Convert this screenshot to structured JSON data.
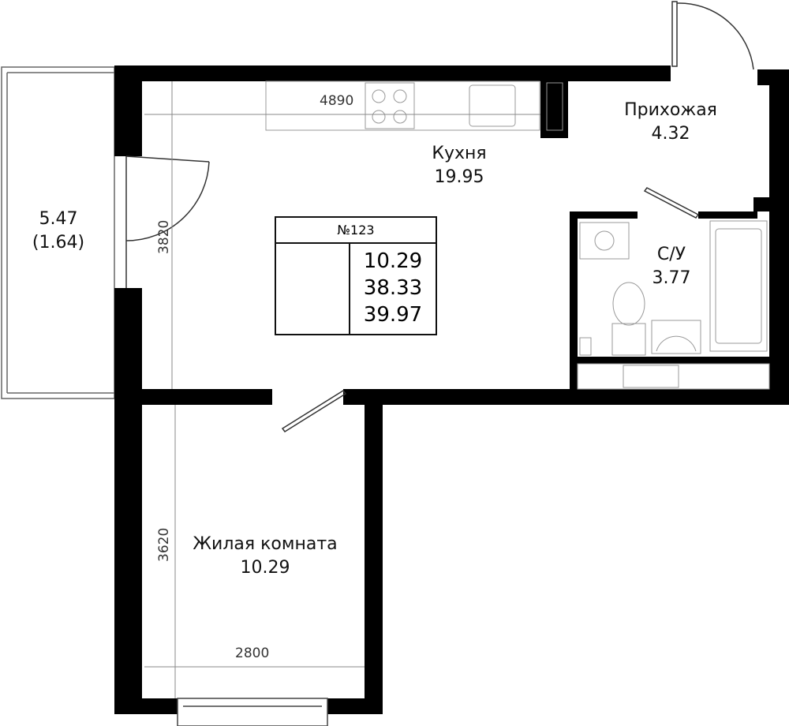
{
  "apartment": {
    "number": "№123",
    "rooms": "1",
    "areas": {
      "living": "10.29",
      "total": "38.33",
      "total_with_balcony": "39.97"
    },
    "accent_color": "#237a34"
  },
  "rooms": [
    {
      "name": "Кухня",
      "area": "19.95"
    },
    {
      "name": "Прихожая",
      "area": "4.32"
    },
    {
      "name": "С/У",
      "area": "3.77"
    },
    {
      "name": "Жилая комната",
      "area": "10.29"
    },
    {
      "name": "5.47",
      "area": "(1.64)"
    }
  ],
  "dimensions": {
    "kitchen_width": "4890",
    "kitchen_depth": "3820",
    "living_depth": "3620",
    "living_width": "2800"
  }
}
